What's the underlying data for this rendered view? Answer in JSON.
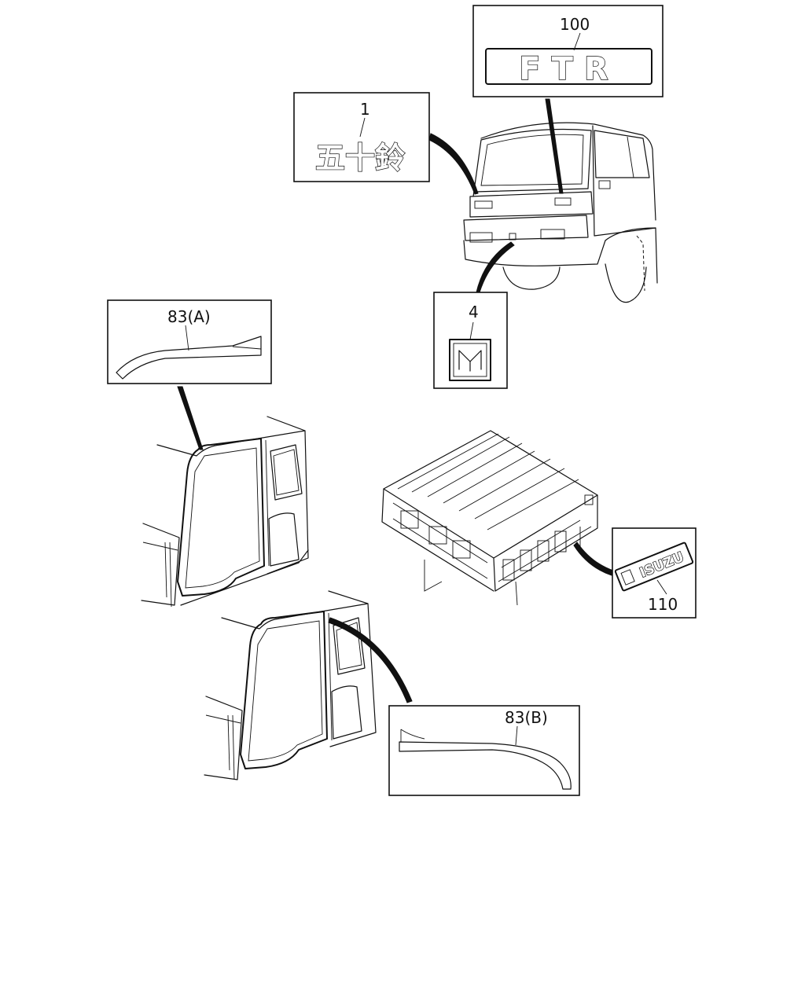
{
  "callouts": {
    "badge_kanji": {
      "number": "1",
      "text": "五十鈴"
    },
    "badge_ftr": {
      "number": "100",
      "text": "FTR"
    },
    "emblem_front": {
      "number": "4"
    },
    "molding_a": {
      "number": "83(A)"
    },
    "molding_b": {
      "number": "83(B)"
    },
    "badge_isuzu": {
      "number": "110",
      "text": "ISUZU"
    }
  }
}
